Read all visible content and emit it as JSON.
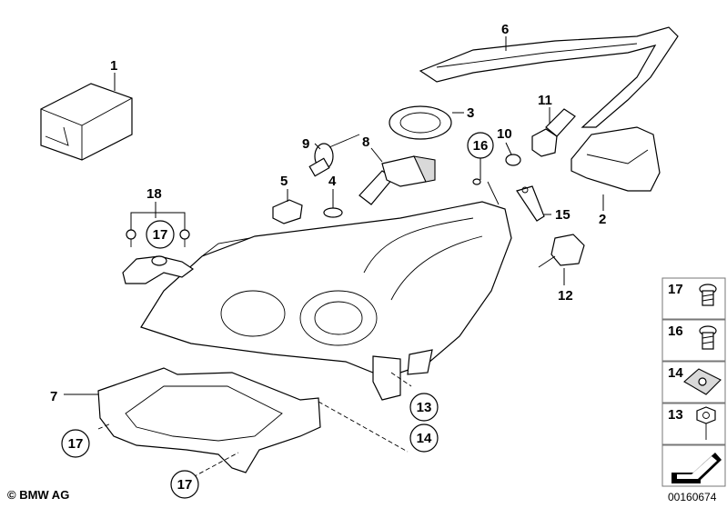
{
  "callouts": {
    "c1": "1",
    "c2": "2",
    "c3": "3",
    "c4": "4",
    "c5": "5",
    "c6": "6",
    "c7": "7",
    "c8": "8",
    "c9": "9",
    "c10": "10",
    "c11": "11",
    "c12": "12",
    "c13": "13",
    "c14": "14",
    "c15": "15",
    "c16": "16",
    "c17": "17",
    "c18": "18"
  },
  "legend": {
    "items": [
      "17",
      "16",
      "14",
      "13"
    ]
  },
  "footer": {
    "copyright": "© BMW AG",
    "doc_number": "00160674"
  }
}
